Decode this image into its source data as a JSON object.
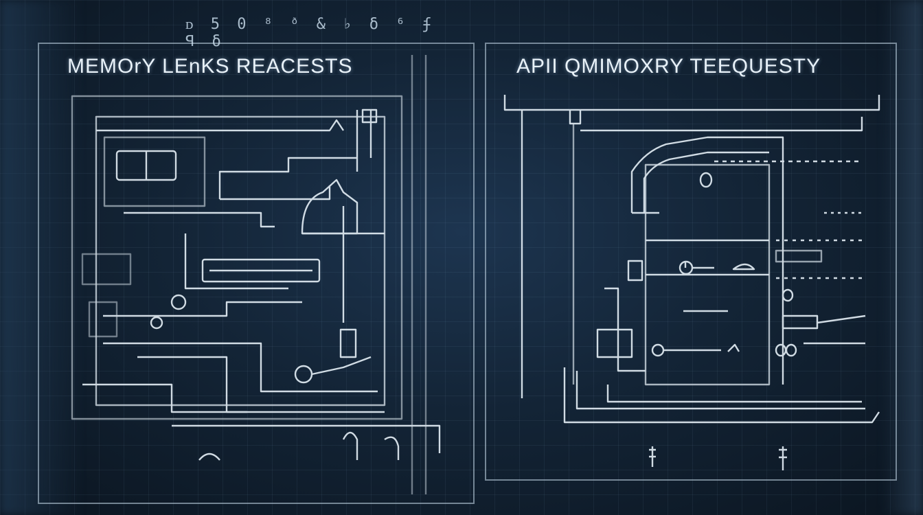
{
  "header": {
    "top_glyphs": "ᴅ 5 0  ⁸ ᶞ & ♭ δ ⁶ ʄ ꟼ δ"
  },
  "panels": [
    {
      "title": "MEMOrY LEnKS REACESTS"
    },
    {
      "title": "APII QMIMOXRY TEEQUESTY"
    }
  ],
  "colors": {
    "line": "#e6f0f7",
    "background": "#132436"
  }
}
